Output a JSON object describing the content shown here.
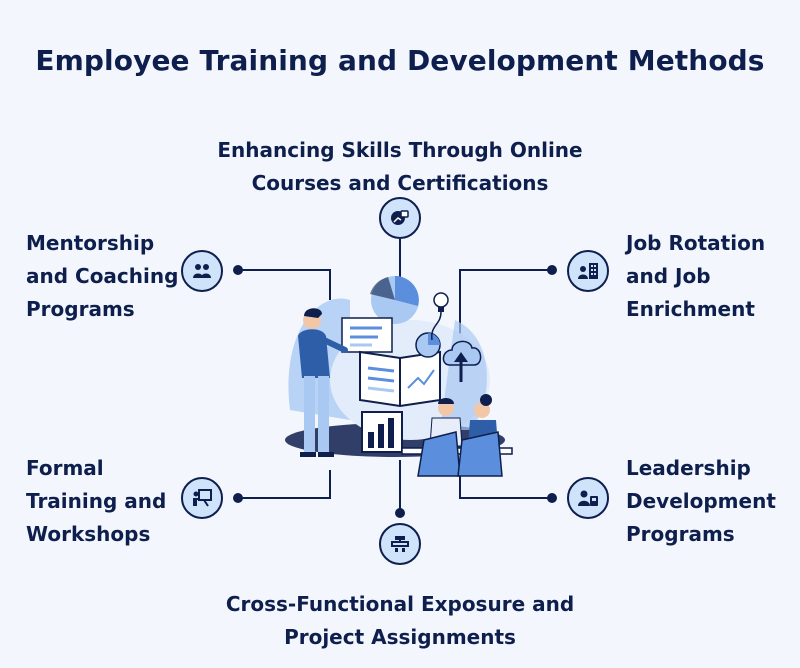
{
  "title": "Employee Training and Development Methods",
  "methods": {
    "top": {
      "lines": [
        "Enhancing Skills Through Online",
        "Courses and Certifications"
      ],
      "icon": "online-learning-icon"
    },
    "mentorship": {
      "lines": [
        "Mentorship",
        "and Coaching",
        "Programs"
      ],
      "icon": "coaching-group-icon"
    },
    "job_rotation": {
      "lines": [
        "Job Rotation",
        "and Job",
        "Enrichment"
      ],
      "icon": "organization-chart-icon"
    },
    "formal_training": {
      "lines": [
        "Formal",
        "Training and",
        "Workshops"
      ],
      "icon": "presentation-board-icon"
    },
    "leadership": {
      "lines": [
        "Leadership",
        "Development",
        "Programs"
      ],
      "icon": "leader-profile-icon"
    },
    "bottom": {
      "lines": [
        "Cross-Functional Exposure and",
        "Project Assignments"
      ],
      "icon": "team-network-icon"
    }
  },
  "colors": {
    "navy": "#0e1f4d",
    "node_fill": "#cfe3fb",
    "light_blue": "#a9c9f2",
    "mid_blue": "#5b8fde",
    "background": "#f3f7fd"
  }
}
